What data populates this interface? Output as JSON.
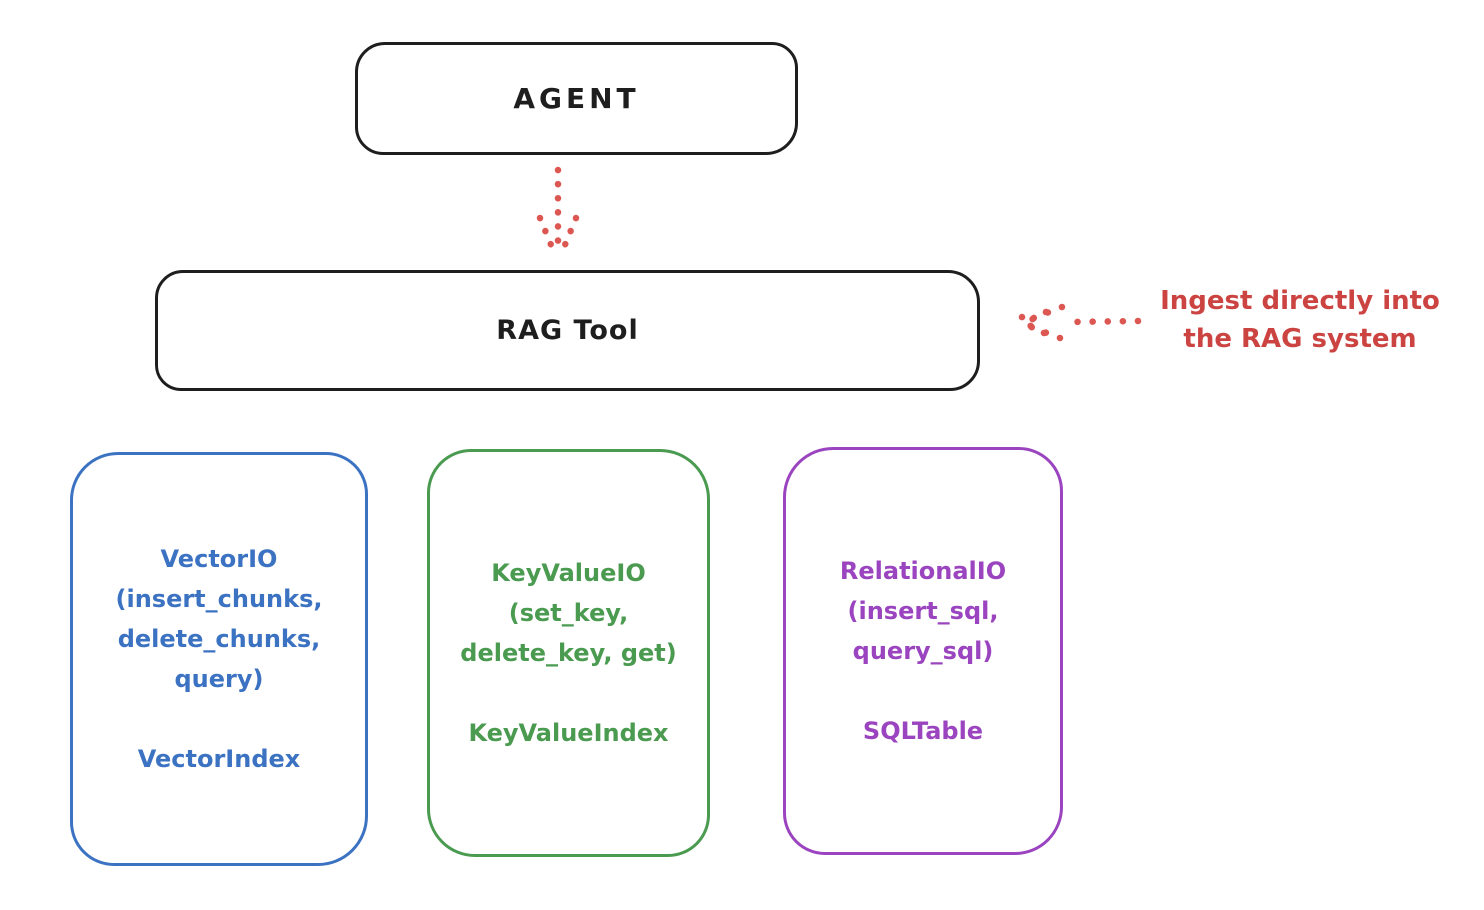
{
  "canvas": {
    "background": "#ffffff",
    "stroke_color": "#1e1e1e"
  },
  "agent_box": {
    "label": "AGENT"
  },
  "rag_box": {
    "label": "RAG Tool"
  },
  "flow_arrow": {
    "color": "#dd5752",
    "style": "dotted",
    "direction": "down",
    "from": "AGENT",
    "to": "RAG Tool"
  },
  "annotation": {
    "lines": [
      "Ingest directly into",
      "the RAG system"
    ],
    "color": "#cc4441",
    "arrow_color": "#dd5752",
    "arrow_direction": "left",
    "arrow_target": "RAG Tool"
  },
  "io_boxes": [
    {
      "name": "VectorIO",
      "color": "#3b72c2",
      "lines": [
        "VectorIO",
        "(insert_chunks,",
        "delete_chunks,",
        "query)"
      ],
      "index_label": "VectorIndex"
    },
    {
      "name": "KeyValueIO",
      "color": "#4a9a50",
      "lines": [
        "KeyValueIO",
        "(set_key,",
        "delete_key, get)"
      ],
      "index_label": "KeyValueIndex"
    },
    {
      "name": "RelationalIO",
      "color": "#9b44bf",
      "lines": [
        "RelationalIO",
        "(insert_sql,",
        "query_sql)"
      ],
      "index_label": "SQLTable"
    }
  ]
}
